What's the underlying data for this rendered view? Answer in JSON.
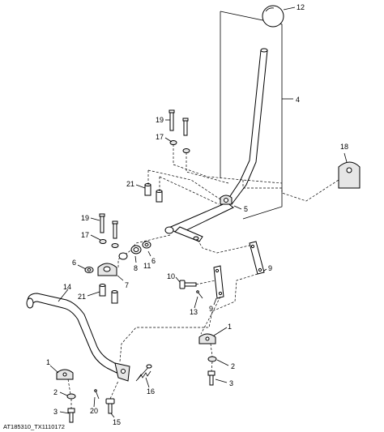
{
  "diagram": {
    "caption": "AT185310_TX1110172",
    "callouts": {
      "c12": "12",
      "c4": "4",
      "c19a": "19",
      "c17a": "17",
      "c18": "18",
      "c21a": "21",
      "c5": "5",
      "c19b": "19",
      "c17b": "17",
      "c6a": "6",
      "c6b": "6",
      "c8": "8",
      "c11": "11",
      "c7": "7",
      "c9a": "9",
      "c9b": "9",
      "c10": "10",
      "c13": "13",
      "c14": "14",
      "c21b": "21",
      "c1a": "1",
      "c1b": "1",
      "c2a": "2",
      "c2b": "2",
      "c3a": "3",
      "c3b": "3",
      "c16": "16",
      "c20": "20",
      "c15": "15"
    }
  }
}
